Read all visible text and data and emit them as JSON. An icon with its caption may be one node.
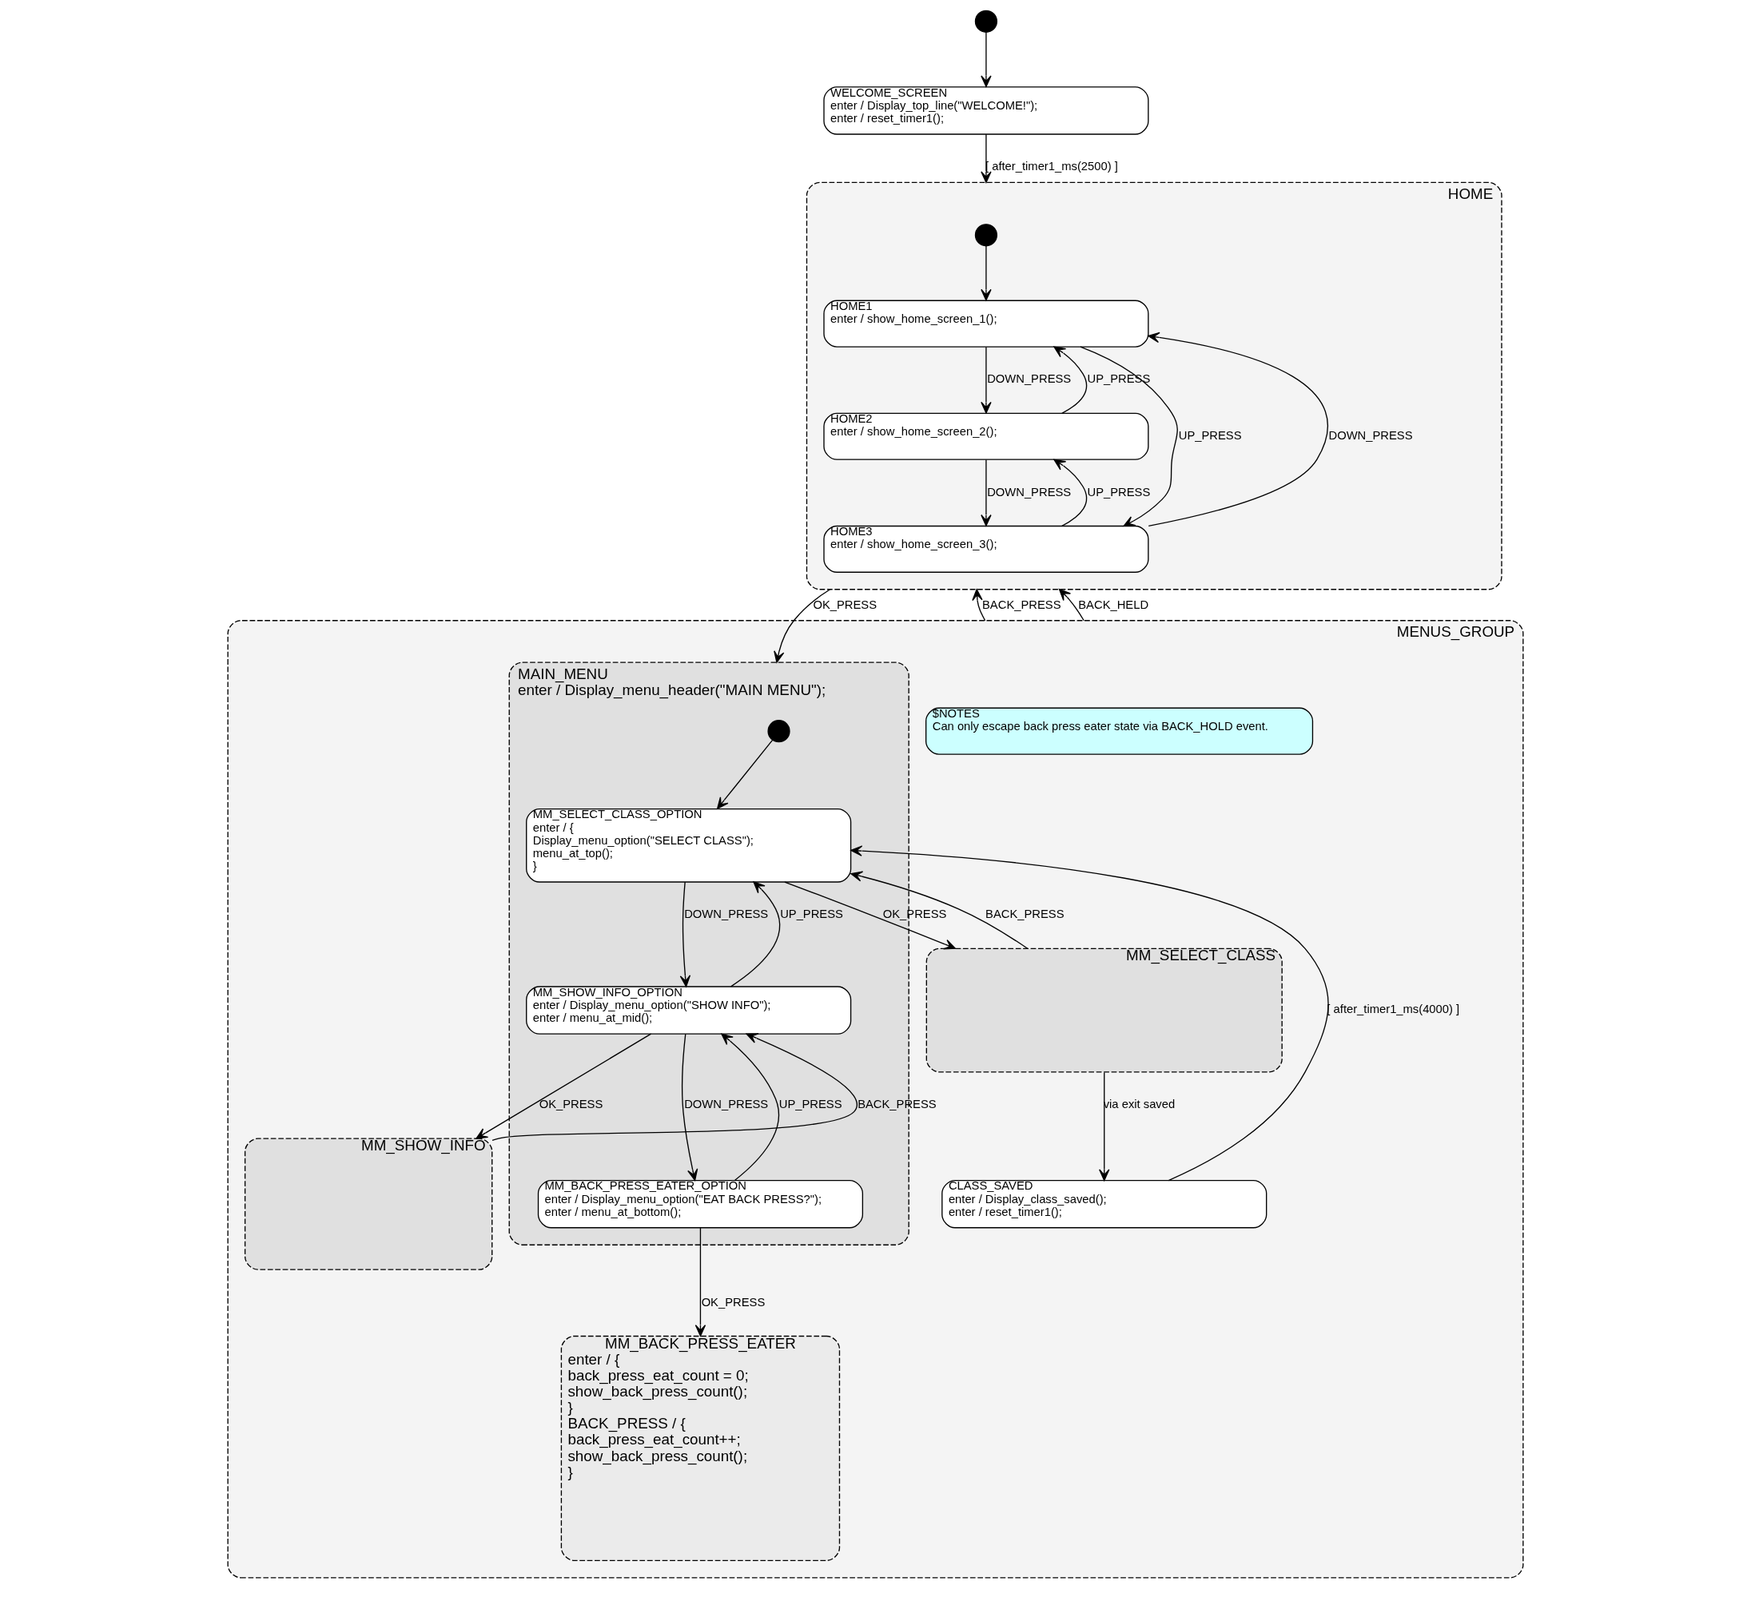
{
  "diagram": {
    "nodes": [
      {
        "text": [],
        "shape": "circle"
      },
      {
        "text": [
          "WELCOME_SCREEN",
          "enter / Display_top_line(\"WELCOME!\");",
          "enter / reset_timer1();"
        ]
      },
      {
        "text": [
          "HOME"
        ]
      },
      {
        "text": [],
        "shape": "circle",
        "in": 2
      },
      {
        "text": [
          "HOME1",
          "enter / show_home_screen_1();"
        ],
        "in": 2
      },
      {
        "text": [
          "HOME2",
          "enter / show_home_screen_2();"
        ],
        "in": 2
      },
      {
        "text": [
          "HOME3",
          "enter / show_home_screen_3();"
        ],
        "in": 2
      },
      {
        "text": [
          "MENUS_GROUP"
        ]
      },
      {
        "text": [
          "MAIN_MENU",
          "enter / Display_menu_header(\"MAIN MENU\");"
        ],
        "in": 7
      },
      {
        "text": [],
        "shape": "circle",
        "in": 8
      },
      {
        "text": [
          "MM_SELECT_CLASS_OPTION",
          "enter / {",
          "Display_menu_option(\"SELECT CLASS\");",
          "menu_at_top();",
          "}"
        ],
        "in": 8
      },
      {
        "text": [
          "MM_SHOW_INFO_OPTION",
          "enter / Display_menu_option(\"SHOW INFO\");",
          "enter / menu_at_mid();"
        ],
        "in": 8
      },
      {
        "text": [
          "MM_BACK_PRESS_EATER_OPTION",
          "enter / Display_menu_option(\"EAT BACK PRESS?\");",
          "enter / menu_at_bottom();"
        ],
        "in": 8
      },
      {
        "text": [
          "MM_SELECT_CLASS"
        ],
        "in": 7
      },
      {
        "text": [
          "CLASS_SAVED",
          "enter / Display_class_saved();",
          "enter / reset_timer1();"
        ],
        "in": 7
      },
      {
        "text": [
          "MM_SHOW_INFO"
        ],
        "in": 7
      },
      {
        "text": [
          "MM_BACK_PRESS_EATER",
          "enter / {",
          "back_press_eat_count = 0;",
          "show_back_press_count();",
          "}",
          "BACK_PRESS / {",
          "back_press_eat_count++;",
          "show_back_press_count();",
          "}"
        ],
        "in": 7
      },
      {
        "text": [
          "$NOTES",
          "Can only escape back press eater state via BACK_HOLD event."
        ],
        "in": 7
      }
    ],
    "edges": [
      {
        "from": 0,
        "to": 1,
        "arrow": "to"
      },
      {
        "from": 1,
        "to": 2,
        "arrow": "to",
        "label": "[ after_timer1_ms(2500) ]"
      },
      {
        "from": 3,
        "to": 4,
        "arrow": "to"
      },
      {
        "from": 4,
        "to": 5,
        "arrow": "to",
        "label": "DOWN_PRESS"
      },
      {
        "from": 5,
        "to": 4,
        "arrow": "to",
        "label": "UP_PRESS"
      },
      {
        "from": 5,
        "to": 6,
        "arrow": "to",
        "label": "DOWN_PRESS"
      },
      {
        "from": 6,
        "to": 5,
        "arrow": "to",
        "label": "UP_PRESS"
      },
      {
        "from": 6,
        "to": 4,
        "arrow": "to",
        "label": "DOWN_PRESS"
      },
      {
        "from": 4,
        "to": 6,
        "arrow": "to",
        "label": "UP_PRESS"
      },
      {
        "from": 2,
        "to": 8,
        "arrow": "to",
        "label": "OK_PRESS"
      },
      {
        "from": 7,
        "to": 2,
        "arrow": "to",
        "label": "BACK_PRESS"
      },
      {
        "from": 7,
        "to": 2,
        "arrow": "to",
        "label": "BACK_HELD"
      },
      {
        "from": 9,
        "to": 10,
        "arrow": "to"
      },
      {
        "from": 10,
        "to": 13,
        "arrow": "to",
        "label": "OK_PRESS"
      },
      {
        "from": 13,
        "to": 10,
        "arrow": "to",
        "label": "BACK_PRESS"
      },
      {
        "from": 13,
        "to": 14,
        "arrow": "to",
        "label": "via exit saved"
      },
      {
        "from": 14,
        "to": 10,
        "arrow": "to",
        "label": "[ after_timer1_ms(4000) ]"
      },
      {
        "from": 10,
        "to": 11,
        "arrow": "to",
        "label": "DOWN_PRESS"
      },
      {
        "from": 11,
        "to": 10,
        "arrow": "to",
        "label": "UP_PRESS"
      },
      {
        "from": 11,
        "to": 15,
        "arrow": "to",
        "label": "OK_PRESS"
      },
      {
        "from": 15,
        "to": 11,
        "arrow": "to",
        "label": "BACK_PRESS"
      },
      {
        "from": 11,
        "to": 12,
        "arrow": "to",
        "label": "DOWN_PRESS"
      },
      {
        "from": 12,
        "to": 11,
        "arrow": "to",
        "label": "UP_PRESS"
      },
      {
        "from": 12,
        "to": 16,
        "arrow": "to",
        "label": "OK_PRESS"
      }
    ]
  }
}
